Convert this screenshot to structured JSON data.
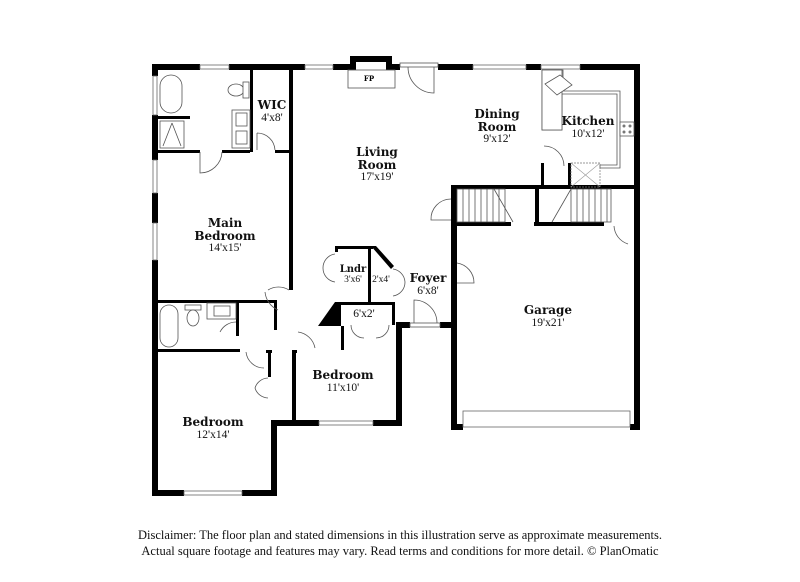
{
  "rooms": {
    "wic": {
      "name": "WIC",
      "dim": "4'x8'"
    },
    "living": {
      "name": "Living\nRoom",
      "name_line1": "Living",
      "name_line2": "Room",
      "dim": "17'x19'"
    },
    "dining": {
      "name_line1": "Dining",
      "name_line2": "Room",
      "dim": "9'x12'"
    },
    "kitchen": {
      "name": "Kitchen",
      "dim": "10'x12'"
    },
    "main_bedroom": {
      "name_line1": "Main",
      "name_line2": "Bedroom",
      "dim": "14'x15'"
    },
    "laundry": {
      "name": "Lndr",
      "dim": "3'x6'"
    },
    "closet_2x4": {
      "dim": "2'x4'"
    },
    "closet_6x2": {
      "dim": "6'x2'"
    },
    "foyer": {
      "name": "Foyer",
      "dim": "6'x8'"
    },
    "garage": {
      "name": "Garage",
      "dim": "19'x21'"
    },
    "bedroom_2": {
      "name": "Bedroom",
      "dim": "11'x10'"
    },
    "bedroom_3": {
      "name": "Bedroom",
      "dim": "12'x14'"
    }
  },
  "fixtures": {
    "fireplace": "FP"
  },
  "disclaimer": {
    "line1": "Disclaimer: The floor plan and stated dimensions in this illustration serve as approximate measurements.",
    "line2": "Actual square footage and features may vary. Read terms and conditions for more detail. © PlanOmatic"
  }
}
